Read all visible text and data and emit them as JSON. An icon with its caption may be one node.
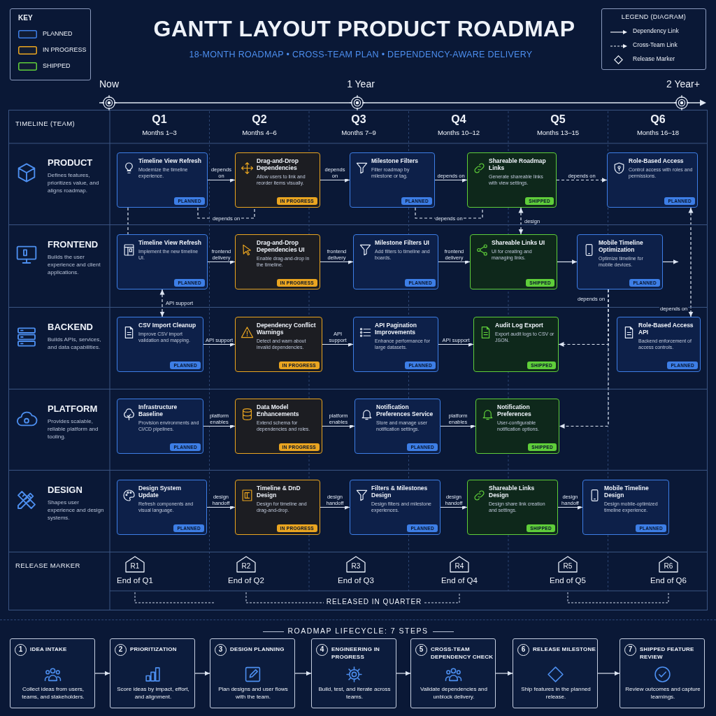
{
  "diagram": {
    "title": "GANTT LAYOUT PRODUCT ROADMAP",
    "nodes": [
      {
        "text": [
          "PRODUCT",
          "Defines features, prioritizes value, and aligns roadmap."
        ]
      },
      {
        "text": [
          "Timeline View Refresh",
          "Modernize the timeline experience.",
          "PLANNED"
        ],
        "in": 0
      },
      {
        "text": [
          "Drag-and-Drop Dependencies",
          "Allow users to link and reorder items visually.",
          "IN PROGRESS"
        ],
        "in": 0
      },
      {
        "text": [
          "Milestone Filters",
          "Filter roadmap by milestone or tag.",
          "PLANNED"
        ],
        "in": 0
      },
      {
        "text": [
          "Shareable Roadmap Links",
          "Generate shareable links with view settings.",
          "SHIPPED"
        ],
        "in": 0
      },
      {
        "text": [
          "Role-Based Access",
          "Control access with roles and permissions.",
          "PLANNED"
        ],
        "in": 0
      },
      {
        "text": [
          "FRONTEND",
          "Builds the user experience and client applications."
        ]
      },
      {
        "text": [
          "Timeline View Refresh",
          "Implement the new timeline UI.",
          "PLANNED"
        ],
        "in": 6
      },
      {
        "text": [
          "Drag-and-Drop Dependencies UI",
          "Enable drag-and-drop in the timeline.",
          "IN PROGRESS"
        ],
        "in": 6
      },
      {
        "text": [
          "Milestone Filters UI",
          "Add filters to timeline and boards.",
          "PLANNED"
        ],
        "in": 6
      },
      {
        "text": [
          "Shareable Links UI",
          "UI for creating and managing links.",
          "SHIPPED"
        ],
        "in": 6
      },
      {
        "text": [
          "Mobile Timeline Optimization",
          "Optimize timeline for mobile devices.",
          "PLANNED"
        ],
        "in": 6
      },
      {
        "text": [
          "BACKEND",
          "Builds APIs, services, and data capabilities."
        ]
      },
      {
        "text": [
          "CSV Import Cleanup",
          "Improve CSV import validation and mapping.",
          "PLANNED"
        ],
        "in": 12
      },
      {
        "text": [
          "Dependency Conflict Warnings",
          "Detect and warn about invalid dependencies.",
          "IN PROGRESS"
        ],
        "in": 12
      },
      {
        "text": [
          "API Pagination Improvements",
          "Enhance performance for large datasets.",
          "PLANNED"
        ],
        "in": 12
      },
      {
        "text": [
          "Audit Log Export",
          "Export audit logs to CSV or JSON.",
          "SHIPPED"
        ],
        "in": 12
      },
      {
        "text": [
          "Role-Based Access API",
          "Backend enforcement of access controls.",
          "PLANNED"
        ],
        "in": 12
      },
      {
        "text": [
          "PLATFORM",
          "Provides scalable, reliable platform and tooling."
        ]
      },
      {
        "text": [
          "Infrastructure Baseline",
          "Provision environments and CI/CD pipelines.",
          "PLANNED"
        ],
        "in": 18
      },
      {
        "text": [
          "Data Model Enhancements",
          "Extend schema for dependencies and roles.",
          "IN PROGRESS"
        ],
        "in": 18
      },
      {
        "text": [
          "Notification Preferences Service",
          "Store and manage user notification settings.",
          "PLANNED"
        ],
        "in": 18
      },
      {
        "text": [
          "Notification Preferences",
          "User-configurable notification options.",
          "SHIPPED"
        ],
        "in": 18
      },
      {
        "text": [
          "DESIGN",
          "Shapes user experience and design systems."
        ]
      },
      {
        "text": [
          "Design System Update",
          "Refresh components and visual language.",
          "PLANNED"
        ],
        "in": 23
      },
      {
        "text": [
          "Timeline & DnD Design",
          "Design for timeline and drag-and-drop.",
          "IN PROGRESS"
        ],
        "in": 23
      },
      {
        "text": [
          "Filters & Milestones Design",
          "Design filters and milestone experiences.",
          "PLANNED"
        ],
        "in": 23
      },
      {
        "text": [
          "Shareable Links Design",
          "Design share link creation and settings.",
          "SHIPPED"
        ],
        "in": 23
      },
      {
        "text": [
          "Mobile Timeline Design",
          "Design mobile-optimized timeline experience.",
          "PLANNED"
        ],
        "in": 23
      },
      {
        "text": [
          "RELEASE MARKER"
        ]
      },
      {
        "text": [
          "R1"
        ],
        "beside": [
          "End of Q1"
        ],
        "in": 29
      },
      {
        "text": [
          "R2"
        ],
        "beside": [
          "End of Q2"
        ],
        "in": 29
      },
      {
        "text": [
          "R3"
        ],
        "beside": [
          "End of Q3"
        ],
        "in": 29
      },
      {
        "text": [
          "R4"
        ],
        "beside": [
          "End of Q4"
        ],
        "in": 29
      },
      {
        "text": [
          "R5"
        ],
        "beside": [
          "End of Q5"
        ],
        "in": 29
      },
      {
        "text": [
          "R6"
        ],
        "beside": [
          "End of Q6"
        ],
        "in": 29
      },
      {
        "text": [
          "1",
          "IDEA INTAKE",
          "Collect ideas from users, teams, and stakeholders."
        ]
      },
      {
        "text": [
          "2",
          "PRIORITIZATION",
          "Score ideas by impact, effort, and alignment."
        ]
      },
      {
        "text": [
          "3",
          "DESIGN PLANNING",
          "Plan designs and user flows with the team."
        ]
      },
      {
        "text": [
          "4",
          "ENGINEERING IN PROGRESS",
          "Build, test, and iterate across teams."
        ]
      },
      {
        "text": [
          "5",
          "CROSS-TEAM DEPENDENCY CHECK",
          "Validate dependencies and unblock delivery."
        ]
      },
      {
        "text": [
          "6",
          "RELEASE MILESTONE",
          "Ship features in the planned release."
        ]
      },
      {
        "text": [
          "7",
          "SHIPPED FEATURE REVIEW",
          "Review outcomes and capture learnings."
        ]
      }
    ],
    "edges": [
      {
        "from": 1,
        "to": 2,
        "arrow": "to",
        "label": "depends on"
      },
      {
        "from": 2,
        "to": 3,
        "arrow": "to",
        "label": "depends on"
      },
      {
        "from": 3,
        "to": 4,
        "arrow": "to",
        "label": "depends on"
      },
      {
        "from": 4,
        "to": 5,
        "arrow": "to",
        "label": "depends on",
        "style": "dashed"
      },
      {
        "from": 1,
        "to": 2,
        "arrow": "none",
        "label": "depends on",
        "style": "dashed"
      },
      {
        "from": 3,
        "to": 4,
        "arrow": "none",
        "label": "depends on",
        "style": "dashed"
      },
      {
        "from": 4,
        "to": 10,
        "arrow": "both",
        "label": "design",
        "style": "dashed"
      },
      {
        "from": 5,
        "to": 17,
        "arrow": "both",
        "label": "depends on",
        "style": "dashed"
      },
      {
        "from": 1,
        "to": 7,
        "arrow": "none",
        "style": "dashed"
      },
      {
        "from": 7,
        "to": 8,
        "arrow": "to",
        "label": "frontend delivery"
      },
      {
        "from": 8,
        "to": 9,
        "arrow": "to",
        "label": "frontend delivery"
      },
      {
        "from": 9,
        "to": 10,
        "arrow": "to",
        "label": "frontend delivery"
      },
      {
        "from": 10,
        "to": 11,
        "arrow": "to"
      },
      {
        "from": 11,
        "to": null,
        "arrow": "to"
      },
      {
        "from": 7,
        "to": 13,
        "arrow": "both",
        "label": "API support",
        "style": "dashed"
      },
      {
        "from": 11,
        "to": 16,
        "arrow": "to",
        "label": "depends on",
        "style": "dashed"
      },
      {
        "from": 11,
        "to": 22,
        "arrow": "to",
        "style": "dashed"
      },
      {
        "from": 13,
        "to": 14,
        "arrow": "to",
        "label": "API support"
      },
      {
        "from": 14,
        "to": 15,
        "arrow": "to",
        "label": "API support"
      },
      {
        "from": 15,
        "to": 16,
        "arrow": "to",
        "label": "API support"
      },
      {
        "from": 19,
        "to": 20,
        "arrow": "to",
        "label": "platform enables"
      },
      {
        "from": 20,
        "to": 21,
        "arrow": "to",
        "label": "platform enables"
      },
      {
        "from": 21,
        "to": 22,
        "arrow": "to",
        "label": "platform enables"
      },
      {
        "from": 24,
        "to": 25,
        "arrow": "to",
        "label": "design handoff"
      },
      {
        "from": 25,
        "to": 26,
        "arrow": "to",
        "label": "design handoff"
      },
      {
        "from": 26,
        "to": 27,
        "arrow": "to",
        "label": "design handoff"
      },
      {
        "from": 27,
        "to": 28,
        "arrow": "to",
        "label": "design handoff"
      },
      {
        "from": 36,
        "to": 37,
        "arrow": "to"
      },
      {
        "from": 37,
        "to": 38,
        "arrow": "to"
      },
      {
        "from": 38,
        "to": 39,
        "arrow": "to"
      },
      {
        "from": 39,
        "to": 40,
        "arrow": "to"
      },
      {
        "from": 40,
        "to": 41,
        "arrow": "to"
      },
      {
        "from": 41,
        "to": 42,
        "arrow": "to"
      }
    ],
    "labels": [
      "KEY",
      "18-MONTH ROADMAP • CROSS-TEAM PLAN • DEPENDENCY-AWARE DELIVERY",
      "LEGEND (DIAGRAM)",
      "Now",
      "1 Year",
      "2 Year+",
      "TIMELINE (TEAM)",
      "Q1",
      "Months 1–3",
      "Q2",
      "Months 4–6",
      "Q3",
      "Months 7–9",
      "Q4",
      "Months 10–12",
      "Q5",
      "Months 13–15",
      "Q6",
      "Months 16–18",
      "RELEASED IN QUARTER",
      "ROADMAP LIFECYCLE: 7 STEPS"
    ],
    "legend": [
      {
        "text": "PLANNED",
        "color": "#3d7ee6"
      },
      {
        "text": "IN PROGRESS",
        "color": "#eaa520"
      },
      {
        "text": "SHIPPED",
        "color": "#5fce3a"
      },
      {
        "text": "Dependency Link"
      },
      {
        "text": "Cross-Team Link"
      },
      {
        "text": "Release Marker"
      }
    ]
  }
}
